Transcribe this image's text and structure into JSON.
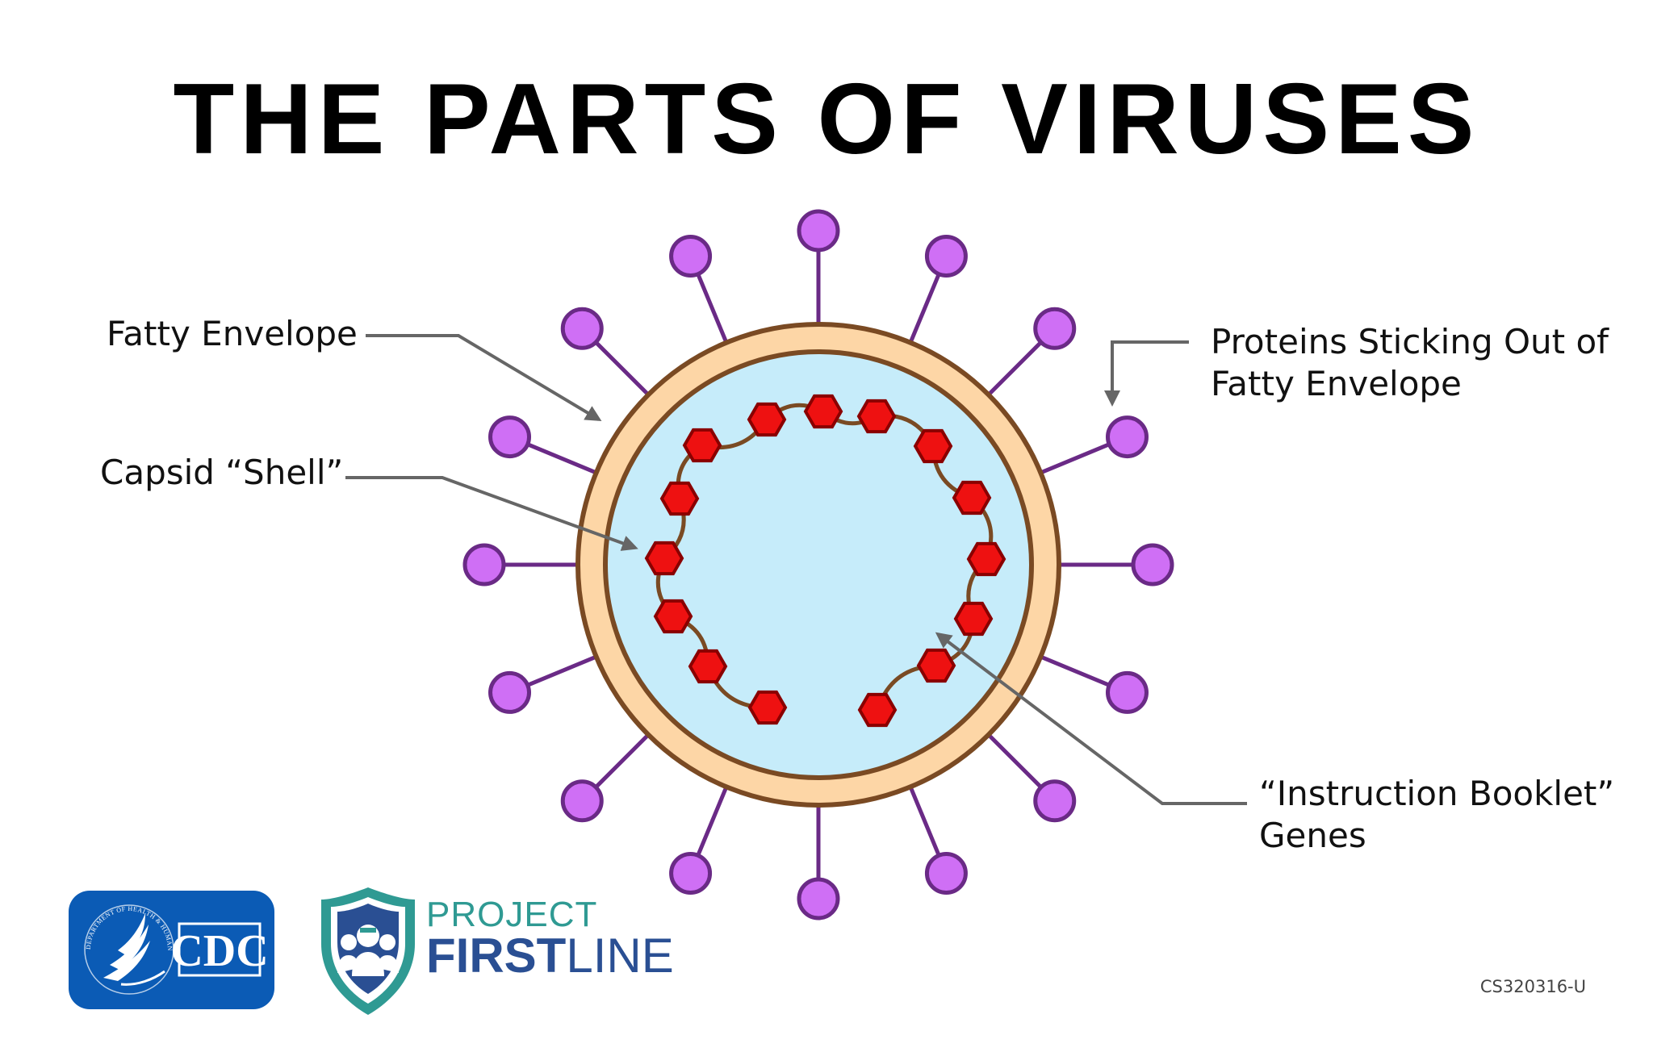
{
  "title": "THE PARTS OF VIRUSES",
  "labels": {
    "fatty_envelope": "Fatty Envelope",
    "capsid_line": "Capsid “Shell”",
    "proteins_line1": "Proteins Sticking Out of",
    "proteins_line2": "Fatty Envelope",
    "genes_line1": "“Instruction Booklet”",
    "genes_line2": "Genes"
  },
  "logos": {
    "cdc": "CDC",
    "hhs_seal_text": "DEPARTMENT OF HEALTH & HUMAN SERVICES USA",
    "project": "PROJECT",
    "first": "FIRST",
    "line": "LINE"
  },
  "code": "CS320316-U",
  "colors": {
    "envelope": "#fdd6a6",
    "envelope_stroke": "#7a4a23",
    "capsid_fill": "#c6ecfa",
    "spike": "#cf6ff5",
    "spike_stroke": "#6a2a86",
    "capsomere": "#ee1111",
    "capsomere_stroke": "#8a0000",
    "gene_strand": "#7a4a23",
    "cdc_blue": "#0b5bb5",
    "firstline_teal": "#2f9a93",
    "firstline_navy": "#2a4f93"
  }
}
